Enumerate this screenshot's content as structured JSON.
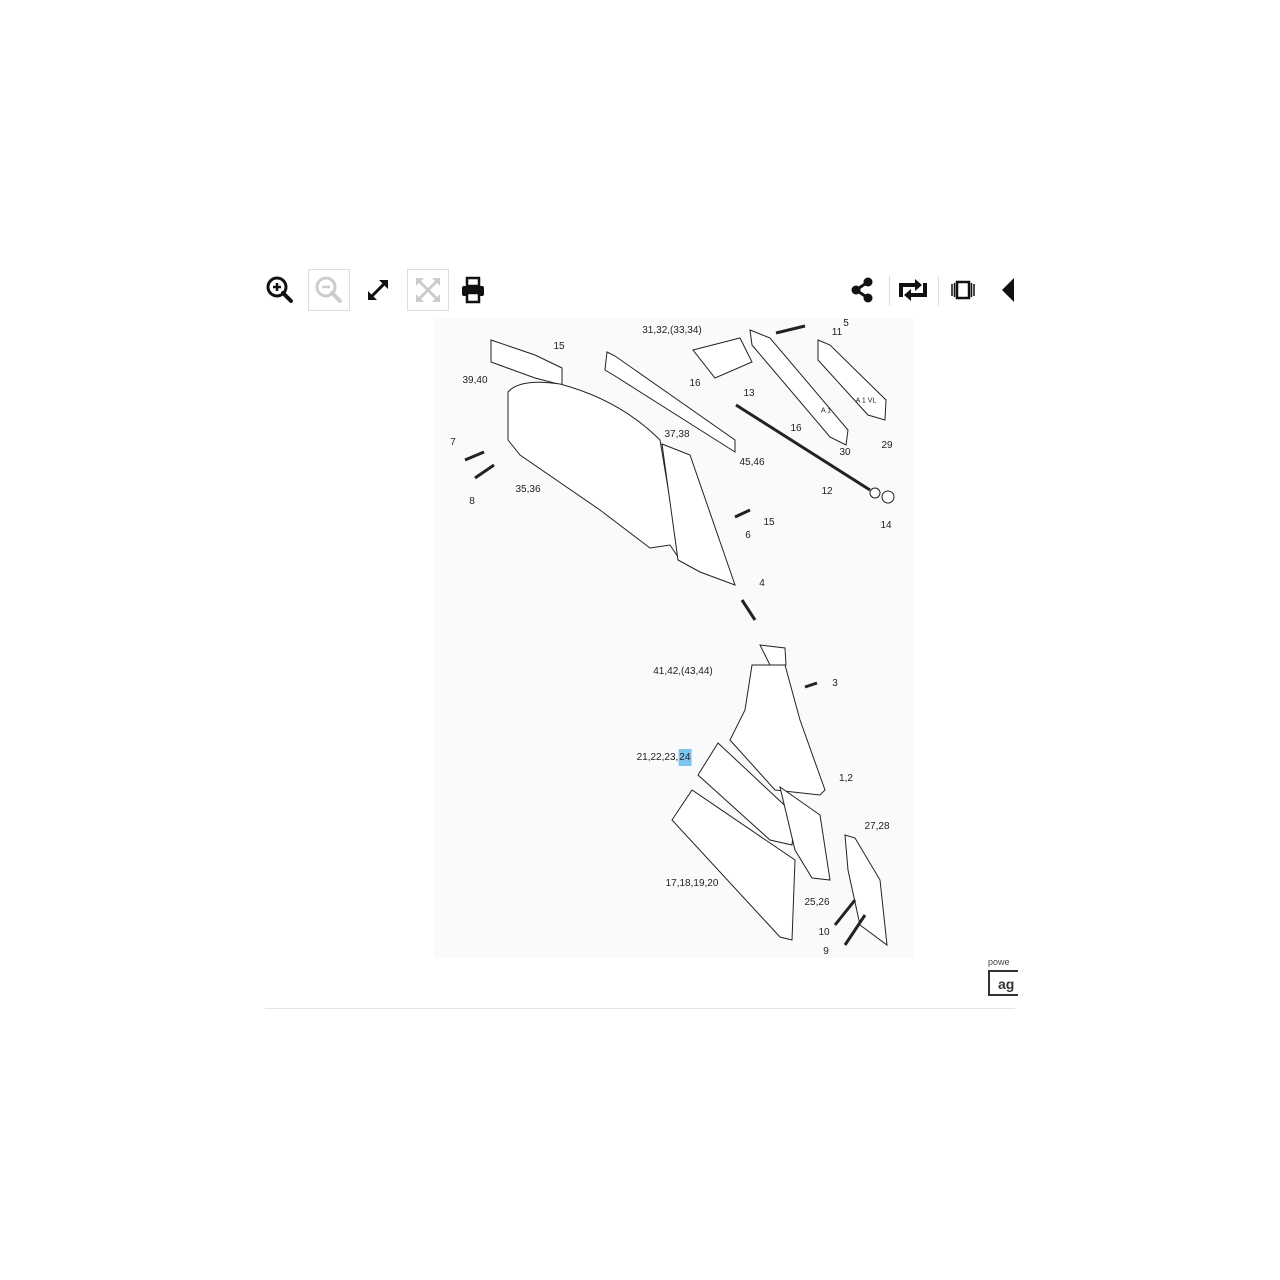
{
  "toolbar": {
    "left": [
      {
        "icon": "zoom-in-icon",
        "enabled": true
      },
      {
        "icon": "zoom-out-icon",
        "enabled": false
      },
      {
        "icon": "expand-icon",
        "enabled": true
      },
      {
        "icon": "fit-icon",
        "enabled": false
      },
      {
        "icon": "print-icon",
        "enabled": true
      }
    ],
    "right": [
      {
        "icon": "share-icon"
      },
      {
        "icon": "rotate-icon"
      },
      {
        "icon": "carousel-icon"
      },
      {
        "icon": "back-icon"
      }
    ]
  },
  "diagram": {
    "labels": [
      "15",
      "39,40",
      "31,32,(33,34)",
      "16",
      "13",
      "5",
      "11",
      "16",
      "30",
      "29",
      "7",
      "8",
      "35,36",
      "37,38",
      "45,46",
      "12",
      "6",
      "15",
      "14",
      "4",
      "41,42,(43,44)",
      "3",
      "1,2",
      "27,28",
      "17,18,19,20",
      "25,26",
      "10",
      "9"
    ],
    "highlighted_label": {
      "prefix": "21,22,23,",
      "highlight": "24"
    },
    "part_texts": [
      "A 1",
      "A 1 VL"
    ],
    "highlight_color": "#7fc4ec"
  },
  "footer": {
    "powered_text": "powe",
    "logo_text": "ag"
  }
}
